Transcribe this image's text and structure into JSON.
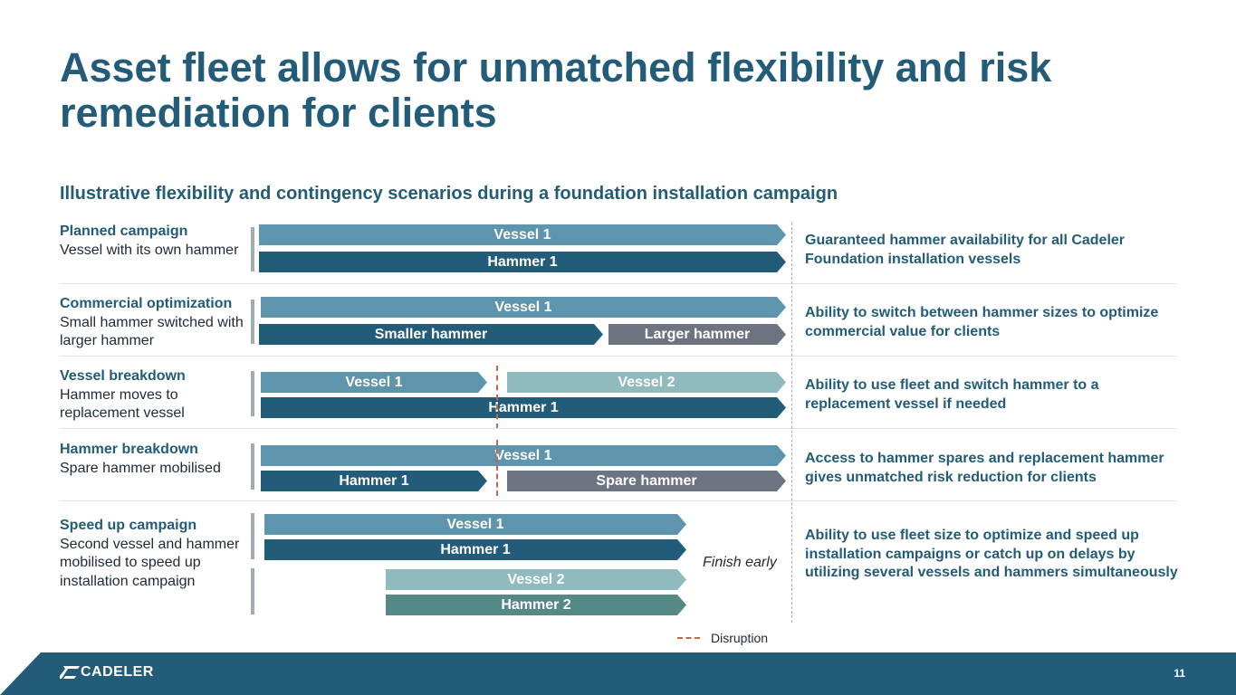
{
  "title": "Asset fleet allows for unmatched flexibility and risk remediation for clients",
  "subtitle": "Illustrative flexibility and contingency scenarios during a foundation installation campaign",
  "rows": [
    {
      "heading": "Planned campaign",
      "body": "Vessel with its own hammer",
      "bars": [
        "Vessel 1",
        "Hammer 1"
      ],
      "description": "Guaranteed hammer availability for all Cadeler Foundation installation vessels"
    },
    {
      "heading": "Commercial optimization",
      "body": "Small hammer switched with larger hammer",
      "bars": [
        "Vessel 1",
        "Smaller hammer",
        "Larger hammer"
      ],
      "description": "Ability to switch between hammer sizes to optimize commercial value for clients"
    },
    {
      "heading": "Vessel breakdown",
      "body": "Hammer moves to replacement vessel",
      "bars": [
        "Vessel 1",
        "Vessel 2",
        "Hammer 1"
      ],
      "description": "Ability to use fleet and switch hammer to a replacement vessel if needed"
    },
    {
      "heading": "Hammer breakdown",
      "body": "Spare hammer mobilised",
      "bars": [
        "Vessel 1",
        "Hammer 1",
        "Spare hammer"
      ],
      "description": "Access to hammer spares and replacement hammer gives unmatched risk reduction for clients"
    },
    {
      "heading": "Speed up campaign",
      "body": "Second vessel and hammer mobilised to speed up installation campaign",
      "bars": [
        "Vessel 1",
        "Hammer 1",
        "Vessel 2",
        "Hammer 2"
      ],
      "description": "Ability to use fleet size to optimize and speed up installation campaigns or catch up on delays by utilizing several vessels and hammers simultaneously"
    }
  ],
  "finish_early": "Finish early",
  "legend": {
    "label": "Disruption",
    "color": "#c0694a"
  },
  "footer": {
    "logo": "CADELER",
    "page": "11"
  },
  "colors": {
    "primary": "#225c78",
    "vessel1": "#5f94ad",
    "vessel2": "#8fbabe",
    "hammer2": "#558985",
    "grey_bar": "#6d7380",
    "footer_band": "#225c78"
  }
}
